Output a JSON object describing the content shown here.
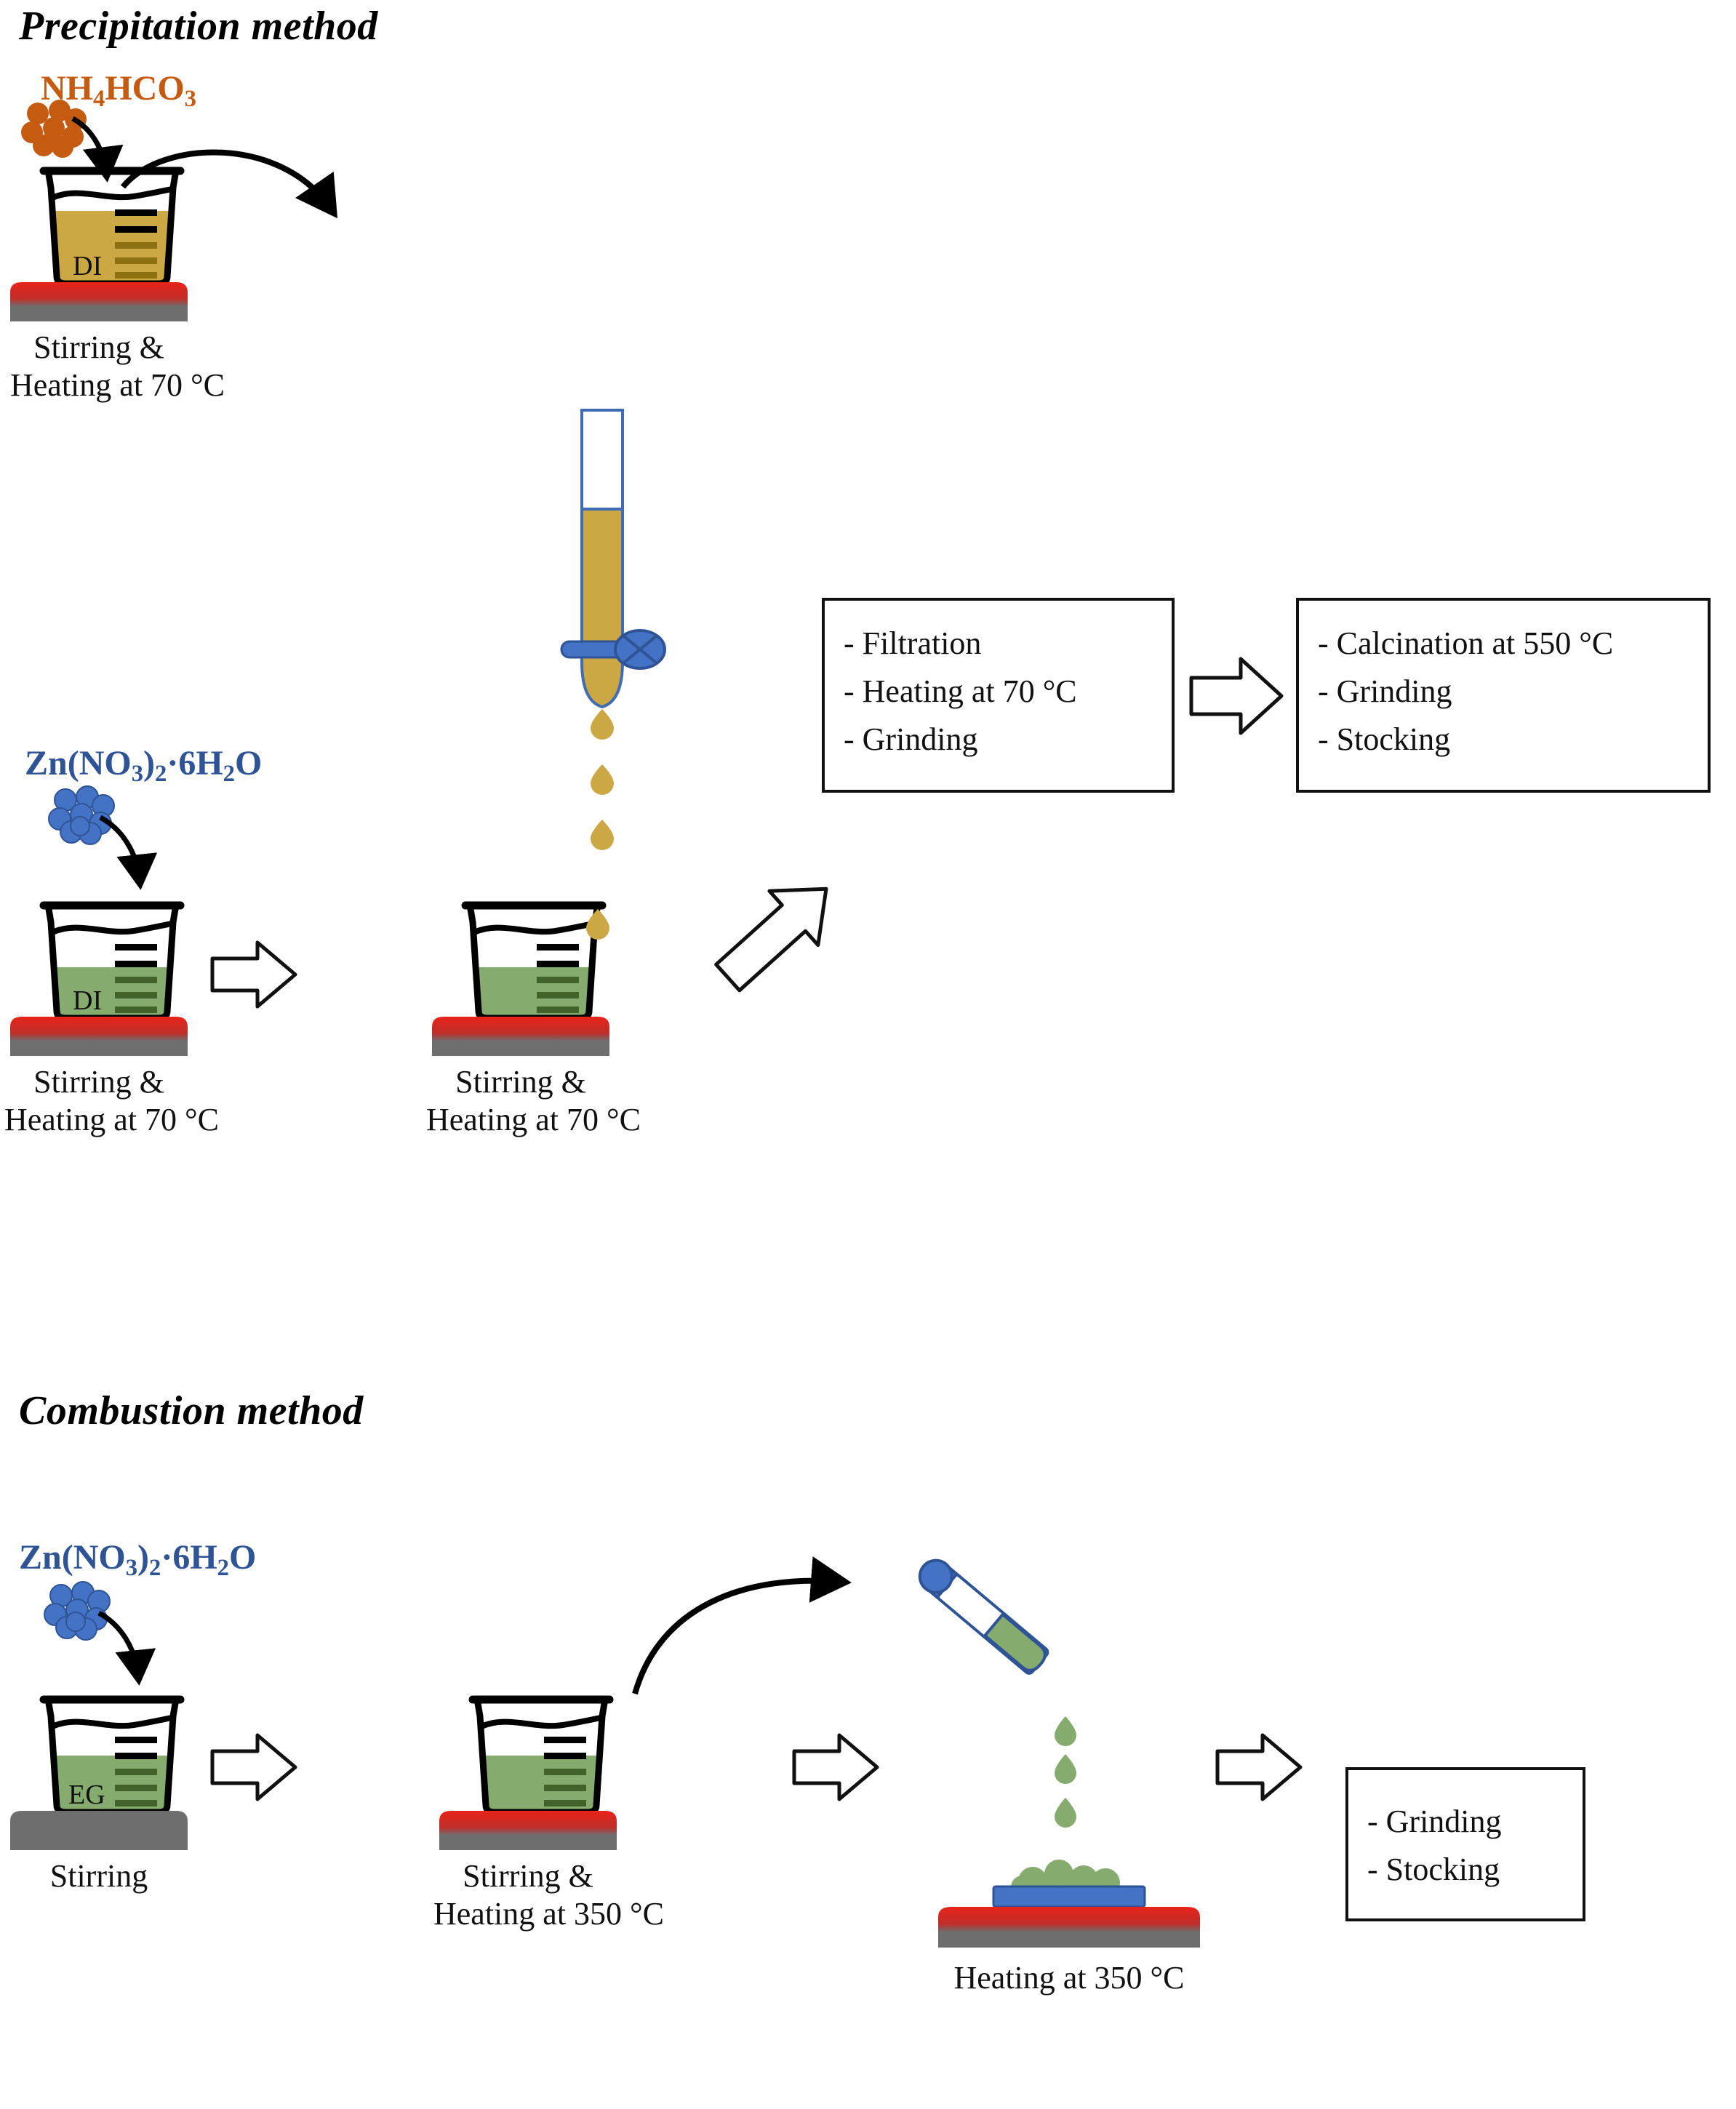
{
  "sections": [
    {
      "id": "precipitation",
      "title": "Precipitation method"
    },
    {
      "id": "combustion",
      "title": "Combustion method"
    }
  ],
  "colors": {
    "orange_reagent": "#C55A11",
    "blue_reagent": "#2E5496",
    "blue_particle": "#4472C4",
    "gold_liquid": "#CBA844",
    "gold_liquid_dark": "#8C7012",
    "green_liquid": "#86AB6E",
    "green_liquid_dark": "#41632A",
    "hotplate_red": "#E02020",
    "hotplate_grey": "#6E6E6E",
    "outline_black": "#000000",
    "burette_outline": "#3F6CB5"
  },
  "precipitation": {
    "reagent_top": {
      "formula_html": "NH<sub>4</sub>HCO<sub>3</sub>",
      "name": "ammonium-bicarbonate"
    },
    "reagent_bottom": {
      "formula_html": "Zn(NO<sub>3</sub>)<sub>2</sub>&middot;6H<sub>2</sub>O",
      "name": "zinc-nitrate-hexahydrate"
    },
    "beaker_top": {
      "liquid_label": "DI",
      "liquid_color": "#CBA844",
      "caption_line1": "Stirring &",
      "caption_line2": "Heating at 70 °C",
      "hotplate": "heated"
    },
    "beaker_mid_left": {
      "liquid_label": "DI",
      "liquid_color": "#86AB6E",
      "caption_line1": "Stirring &",
      "caption_line2": "Heating at 70 °C",
      "hotplate": "heated"
    },
    "beaker_mid_right": {
      "liquid_label": "",
      "liquid_color": "#86AB6E",
      "caption_line1": "Stirring &",
      "caption_line2": "Heating at 70 °C",
      "hotplate": "heated"
    },
    "burette": {
      "liquid_color": "#CBA844",
      "stopcock_color": "#4472C4",
      "drop_count": 3
    },
    "process_box_1": {
      "items": [
        "- Filtration",
        "- Heating at 70 °C",
        "- Grinding"
      ]
    },
    "process_box_2": {
      "items": [
        "- Calcination at 550 °C",
        "- Grinding",
        "- Stocking"
      ]
    }
  },
  "combustion": {
    "reagent": {
      "formula_html": "Zn(NO<sub>3</sub>)<sub>2</sub>&middot;6H<sub>2</sub>O",
      "name": "zinc-nitrate-hexahydrate"
    },
    "beaker_left": {
      "liquid_label": "EG",
      "liquid_color": "#86AB6E",
      "caption_line1": "Stirring",
      "caption_line2": "",
      "hotplate": "unheated"
    },
    "beaker_right": {
      "liquid_label": "",
      "liquid_color": "#86AB6E",
      "caption_line1": "Stirring &",
      "caption_line2": "Heating at 350 °C",
      "hotplate": "heated"
    },
    "dropper": {
      "bulb_color": "#4472C4",
      "liquid_color": "#86AB6E",
      "drop_count": 3
    },
    "heating_plate": {
      "caption": "Heating at 350 °C",
      "tray_color": "#4472C4",
      "hotplate": "heated"
    },
    "process_box": {
      "items": [
        "- Grinding",
        "- Stocking"
      ]
    }
  }
}
